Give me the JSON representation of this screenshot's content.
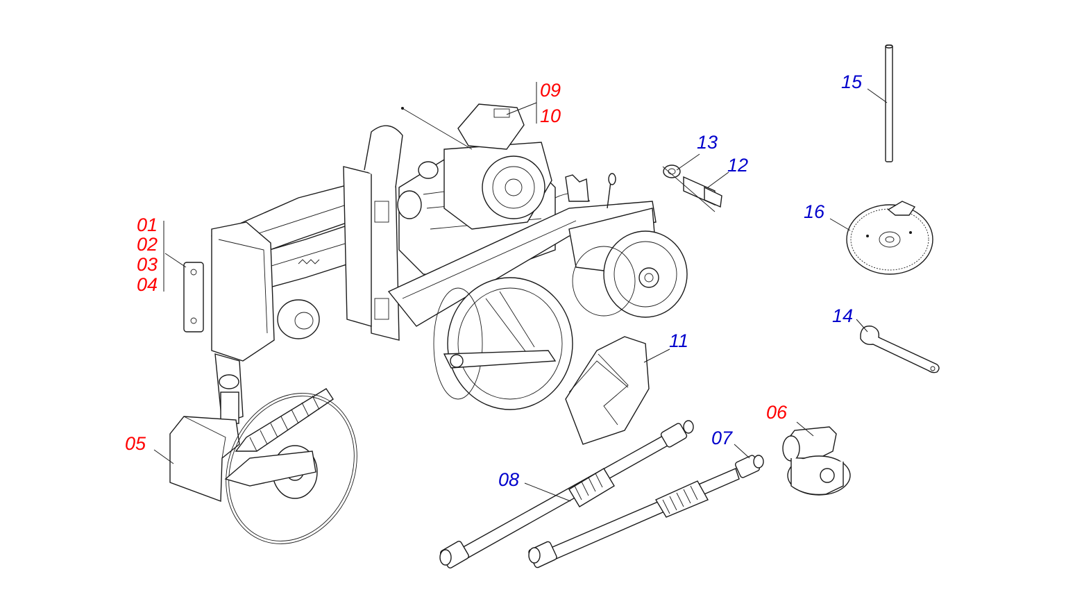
{
  "colors": {
    "label_red": "#ff0000",
    "label_blue": "#0000cc",
    "line": "#1a1a1a",
    "background": "#ffffff"
  },
  "labels": {
    "l01": "01",
    "l02": "02",
    "l03": "03",
    "l04": "04",
    "l05": "05",
    "l06": "06",
    "l07": "07",
    "l08": "08",
    "l09": "09",
    "l10": "10",
    "l11": "11",
    "l12": "12",
    "l13": "13",
    "l14": "14",
    "l15": "15",
    "l16": "16"
  }
}
